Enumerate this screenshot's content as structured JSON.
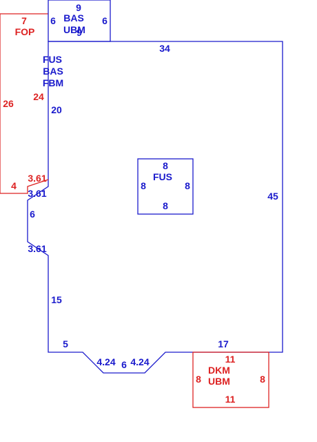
{
  "colors": {
    "blue": "#1a1acc",
    "red": "#dd2222"
  },
  "areas": {
    "bas_ubm": {
      "line1": "BAS",
      "line2": "UBM",
      "top": "9",
      "left": "6",
      "right": "6",
      "bottom": "9"
    },
    "fop": {
      "name": "FOP",
      "top": "7",
      "left": "26",
      "right": "24",
      "bottom": "4",
      "diag": "3.61"
    },
    "main": {
      "line1": "FUS",
      "line2": "BAS",
      "line3": "FBM"
    },
    "interior_fus": {
      "name": "FUS",
      "top": "8",
      "left": "8",
      "right": "8",
      "bottom": "8"
    },
    "dkm_ubm": {
      "line1": "DKM",
      "line2": "UBM",
      "top": "11",
      "left": "8",
      "right": "8",
      "bottom": "11"
    }
  },
  "dimensions": {
    "top": "34",
    "right": "45",
    "left_upper": "20",
    "left_diag_upper": "3.61",
    "left_notch": "6",
    "left_diag_lower": "3.61",
    "left_lower": "15",
    "bottom_left": "5",
    "bottom_diag_left": "4.24",
    "bottom_mid": "6",
    "bottom_diag_right": "4.24",
    "bottom_right": "17"
  }
}
